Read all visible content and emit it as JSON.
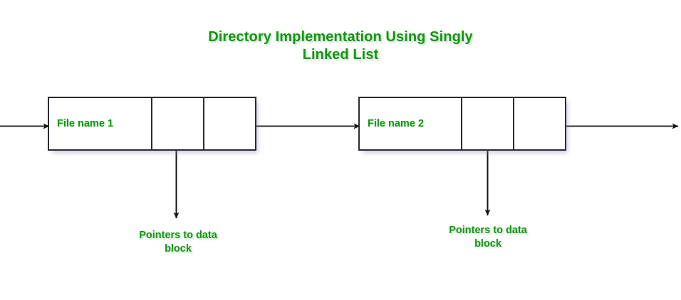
{
  "diagram": {
    "title": "Directory Implementation Using Singly\nLinked List",
    "title_color": "#0b9a0b",
    "background_color": "#ffffff",
    "border_color": "#2b2b33",
    "arrow_color": "#151515",
    "nodes": [
      {
        "id": "node-1",
        "cells": [
          {
            "label": "File name 1"
          },
          {
            "label": ""
          },
          {
            "label": ""
          }
        ],
        "pointer_label": "Pointers to data\nblock"
      },
      {
        "id": "node-2",
        "cells": [
          {
            "label": "File name 2"
          },
          {
            "label": ""
          },
          {
            "label": ""
          }
        ],
        "pointer_label": "Pointers to data\nblock"
      }
    ],
    "arrows": [
      {
        "name": "incoming-arrow",
        "direction": "right"
      },
      {
        "name": "node1-to-node2-arrow",
        "direction": "right"
      },
      {
        "name": "node1-pointer-arrow",
        "direction": "down"
      },
      {
        "name": "outgoing-arrow",
        "direction": "right"
      },
      {
        "name": "node2-pointer-arrow",
        "direction": "down"
      }
    ]
  }
}
